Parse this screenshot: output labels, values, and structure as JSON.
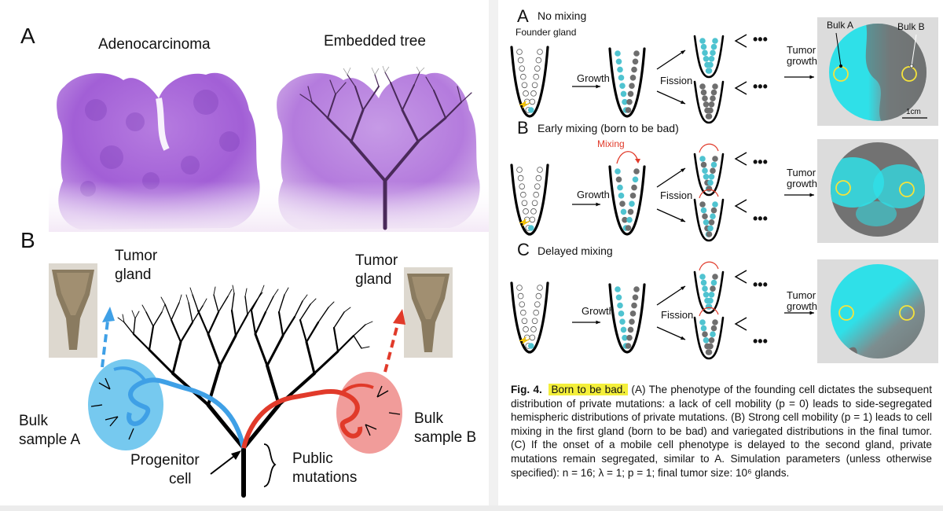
{
  "left": {
    "panel_a_letter": "A",
    "adeno_label": "Adenocarcinoma",
    "tree_label": "Embedded tree",
    "panel_b_letter": "B",
    "tumor_gland_left": [
      "Tumor",
      "gland"
    ],
    "tumor_gland_right": [
      "Tumor",
      "gland"
    ],
    "bulk_a": [
      "Bulk",
      "sample A"
    ],
    "bulk_b": [
      "Bulk",
      "sample B"
    ],
    "progenitor": [
      "Progenitor",
      "cell"
    ],
    "public": [
      "Public",
      "mutations"
    ]
  },
  "right": {
    "sec_a_letter": "A",
    "sec_a_title": "No mixing",
    "founder_label": "Founder gland",
    "sec_b_letter": "B",
    "sec_b_title": "Early mixing (born to be bad)",
    "mixing_label": "Mixing",
    "sec_c_letter": "C",
    "sec_c_title": "Delayed mixing",
    "growth_label": "Growth",
    "fission_label": "Fission",
    "tumor_growth": [
      "Tumor",
      "growth"
    ],
    "bulk_a_label": "Bulk A",
    "bulk_b_label": "Bulk B",
    "scale_label": "1cm",
    "dots_label": "•••"
  },
  "caption": {
    "fig": "Fig. 4.",
    "title": "Born to be bad.",
    "body": " (A) The phenotype of the founding cell dictates the subsequent distribution of private mutations: a lack of cell mobility (p = 0) leads to side-segregated hemispheric distributions of private mutations. (B) Strong cell mobility (p = 1) leads to cell mixing in the first gland (born to be bad) and variegated distributions in the final tumor. (C) If the onset of a mobile cell phenotype is delayed to the second gland, private mutations remain segregated, similar to A. Simulation parameters (unless otherwise specified): n = 16; λ = 1; p = 1; final tumor size: 10⁶ glands."
  },
  "colors": {
    "cyan": "#4fc3d0",
    "gray_dot": "#6e6e6e",
    "blue_path": "#3fa0e6",
    "red_path": "#e13a2a",
    "tissue": "#a56ad8",
    "yellow": "#f5e33c"
  }
}
